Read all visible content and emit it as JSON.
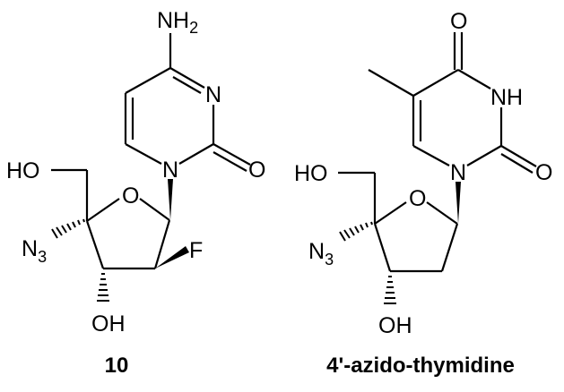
{
  "figure": {
    "background": "#ffffff",
    "ink_color": "#000000",
    "molecules": [
      {
        "id": "compound-10",
        "caption": "10",
        "labels": {
          "amine_N": "NH",
          "amine_sub": "2",
          "ring_N3": "N",
          "ring_N1": "N",
          "carbonyl_O": "O",
          "hydroxymethyl": "HO",
          "ring_O": "O",
          "azide_N": "N",
          "azide_sub": "3",
          "fluoro": "F",
          "hydroxyl_O": "O",
          "hydroxyl_H": "H"
        }
      },
      {
        "id": "4-azido-thymidine",
        "caption": "4'-azido-thymidine",
        "labels": {
          "carbonyl_O4": "O",
          "imide_NH": "NH",
          "ring_N1": "N",
          "carbonyl_O2": "O",
          "hydroxymethyl": "HO",
          "ring_O": "O",
          "azide_N": "N",
          "azide_sub": "3",
          "hydroxyl_O": "O",
          "hydroxyl_H": "H"
        }
      }
    ]
  }
}
